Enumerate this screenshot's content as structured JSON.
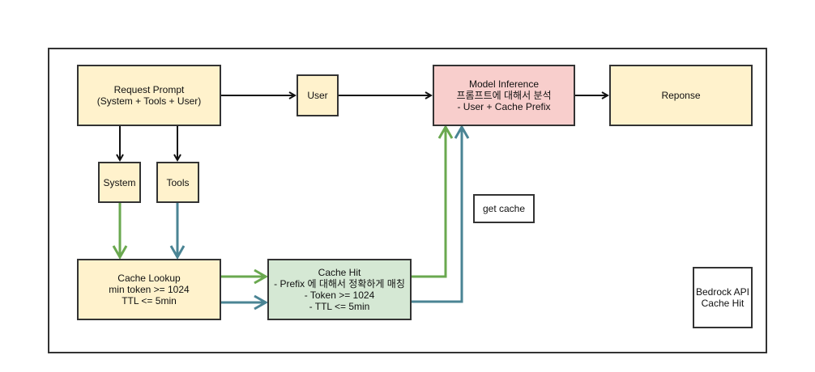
{
  "diagram": {
    "nodes": {
      "request_prompt": {
        "lines": [
          "Request Prompt",
          "(System + Tools + User)"
        ]
      },
      "user": {
        "lines": [
          "User"
        ]
      },
      "model_inference": {
        "lines": [
          "Model Inference",
          "프롬프트에 대해서 분석",
          "- User + Cache Prefix"
        ]
      },
      "response": {
        "lines": [
          "Reponse"
        ]
      },
      "system": {
        "lines": [
          "System"
        ]
      },
      "tools": {
        "lines": [
          "Tools"
        ]
      },
      "cache_lookup": {
        "lines": [
          "Cache Lookup",
          "min token >= 1024",
          "TTL <= 5min"
        ]
      },
      "cache_hit": {
        "lines": [
          "Cache Hit",
          "- Prefix 에 대해서 정확하게 매칭",
          "- Token >= 1024",
          "- TTL <= 5min"
        ]
      },
      "get_cache": {
        "lines": [
          "get cache"
        ]
      },
      "bedrock_api": {
        "lines": [
          "Bedrock API",
          "Cache Hit"
        ]
      }
    },
    "edges": [
      {
        "from": "request_prompt",
        "to": "user",
        "color": "#000000"
      },
      {
        "from": "user",
        "to": "model_inference",
        "color": "#000000"
      },
      {
        "from": "model_inference",
        "to": "response",
        "color": "#000000"
      },
      {
        "from": "request_prompt",
        "to": "system",
        "color": "#000000"
      },
      {
        "from": "request_prompt",
        "to": "tools",
        "color": "#000000"
      },
      {
        "from": "system",
        "to": "cache_lookup",
        "color": "#6aa84f"
      },
      {
        "from": "tools",
        "to": "cache_lookup",
        "color": "#4a8494"
      },
      {
        "from": "cache_lookup",
        "to": "cache_hit",
        "color": "#6aa84f"
      },
      {
        "from": "cache_lookup",
        "to": "cache_hit",
        "color": "#4a8494"
      },
      {
        "from": "cache_hit",
        "to": "model_inference",
        "color": "#6aa84f"
      },
      {
        "from": "cache_hit",
        "to": "model_inference",
        "color": "#4a8494"
      }
    ],
    "colors": {
      "node_yellow": "#fff2cc",
      "node_pink": "#f8cecc",
      "node_green": "#d5e8d4",
      "edge_black": "#000000",
      "edge_green": "#6aa84f",
      "edge_teal": "#4a8494"
    }
  }
}
